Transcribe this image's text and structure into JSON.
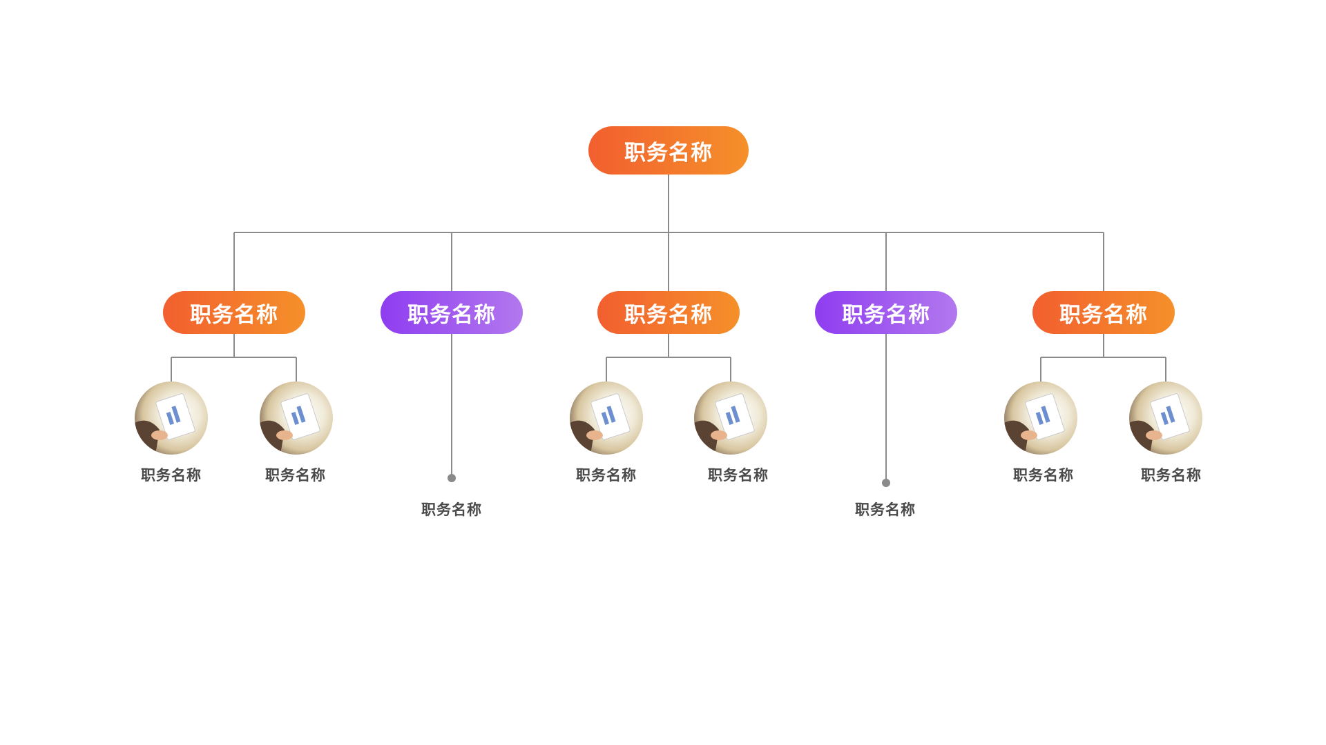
{
  "root": {
    "label": "职务名称",
    "color": "orange"
  },
  "level1": [
    {
      "label": "职务名称",
      "color": "orange",
      "children": [
        {
          "label": "职务名称",
          "type": "photo"
        },
        {
          "label": "职务名称",
          "type": "photo"
        }
      ]
    },
    {
      "label": "职务名称",
      "color": "purple",
      "children": [
        {
          "label": "职务名称",
          "type": "dot"
        }
      ]
    },
    {
      "label": "职务名称",
      "color": "orange",
      "children": [
        {
          "label": "职务名称",
          "type": "photo"
        },
        {
          "label": "职务名称",
          "type": "photo"
        }
      ]
    },
    {
      "label": "职务名称",
      "color": "purple",
      "children": [
        {
          "label": "职务名称",
          "type": "dot"
        }
      ]
    },
    {
      "label": "职务名称",
      "color": "orange",
      "children": [
        {
          "label": "职务名称",
          "type": "photo"
        },
        {
          "label": "职务名称",
          "type": "photo"
        }
      ]
    }
  ],
  "colors": {
    "orange_start": "#f25f2f",
    "orange_end": "#f5902a",
    "purple_start": "#8f3df0",
    "purple_end": "#b278ee",
    "connector": "#8a8a8a",
    "label_text": "#4a4a4a"
  },
  "icons": {
    "photo": "business-meeting-photo",
    "end": "connector-dot"
  }
}
